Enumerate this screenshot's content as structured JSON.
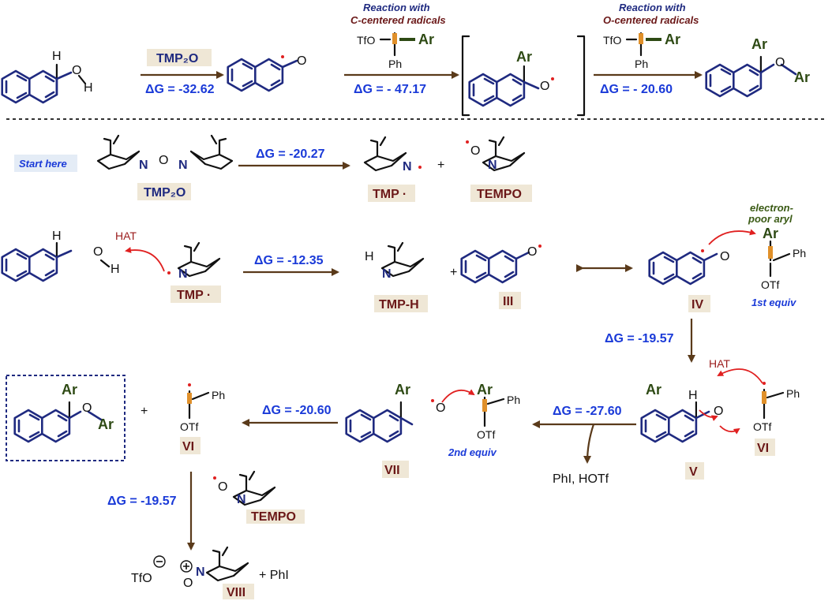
{
  "top": {
    "h": "H",
    "h2": "H",
    "o": "O",
    "ar": "Ar",
    "ph": "Ph",
    "tfo": "TfO",
    "otf": "OTf",
    "reagent1": "TMP₂O",
    "dg1": "ΔG = -32.62",
    "dg2": "ΔG = - 47.17",
    "dg3": "ΔG = - 20.60",
    "heading_c1": "Reaction with",
    "heading_c2": "C-centered radicals",
    "heading_o1": "Reaction with",
    "heading_o2": "O-centered radicals"
  },
  "signs": {
    "plus": "+"
  },
  "row2": {
    "start": "Start here",
    "n": "N",
    "tmp2o": "TMP₂O",
    "dg": "ΔG = -20.27",
    "tmp": "TMP ·",
    "tempo": "TEMPO"
  },
  "row3": {
    "hat": "HAT",
    "dg": "ΔG = -12.35",
    "tmph": "TMP-H",
    "iii": "III",
    "iv": "IV",
    "note1": "electron-",
    "note2": "poor aryl",
    "equiv1": "1st equiv",
    "dg2": "ΔG = -19.57"
  },
  "row4": {
    "vi": "VI",
    "vii": "VII",
    "v": "V",
    "dg_left": "ΔG = -20.60",
    "dg_mid": "ΔG = -27.60",
    "equiv2": "2nd equiv",
    "byproducts": "PhI, HOTf"
  },
  "row5": {
    "dg": "ΔG = -19.57",
    "tfo": "TfO",
    "viii": "VIII",
    "phi": "+ PhI"
  },
  "colors": {
    "molecule": "#1f2a80",
    "energy": "#1a3ad8",
    "label": "#6b1818",
    "aryl": "#2e4a14",
    "radical": "#e02020",
    "arrow": "#5a3a1a",
    "label_box": "#efe7d6"
  }
}
